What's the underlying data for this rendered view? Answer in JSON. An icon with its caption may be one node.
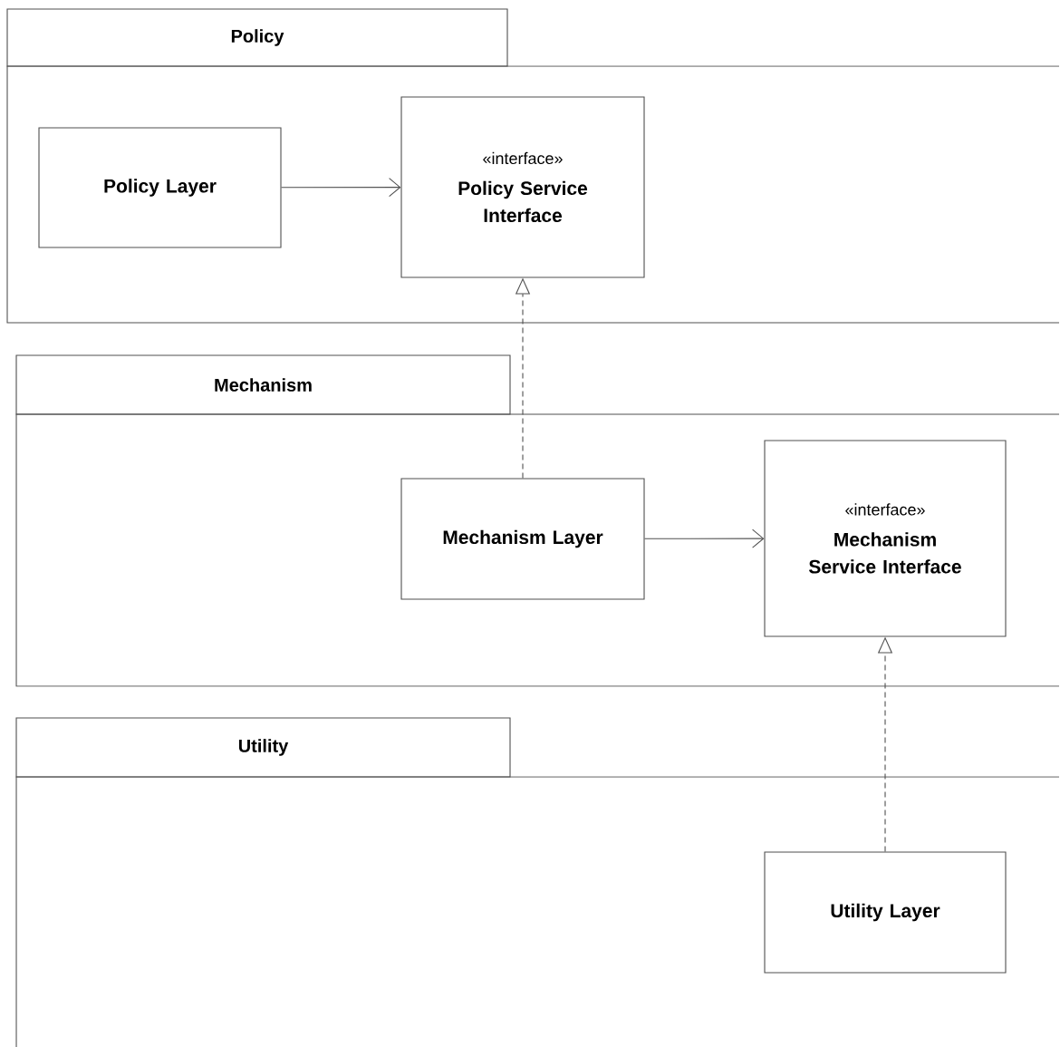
{
  "diagram": {
    "nodes": [
      {
        "text": [
          "Policy"
        ]
      },
      {
        "text": [
          "Policy Layer"
        ],
        "in": 0
      },
      {
        "text": [
          "«interface»",
          "Policy Service Interface"
        ],
        "in": 0
      },
      {
        "text": [
          "Mechanism"
        ]
      },
      {
        "text": [
          "Mechanism Layer"
        ],
        "in": 3
      },
      {
        "text": [
          "«interface»",
          "Mechanism Service Interface"
        ],
        "in": 3
      },
      {
        "text": [
          "Utility"
        ]
      },
      {
        "text": [
          "Utility Layer"
        ],
        "in": 6
      }
    ],
    "edges": [
      {
        "from": 1,
        "to": 2,
        "arrow": "to"
      },
      {
        "from": 4,
        "to": 2,
        "arrow": "to",
        "style": "dashed"
      },
      {
        "from": 4,
        "to": 5,
        "arrow": "to"
      },
      {
        "from": 7,
        "to": 5,
        "arrow": "to",
        "style": "dashed"
      }
    ]
  }
}
